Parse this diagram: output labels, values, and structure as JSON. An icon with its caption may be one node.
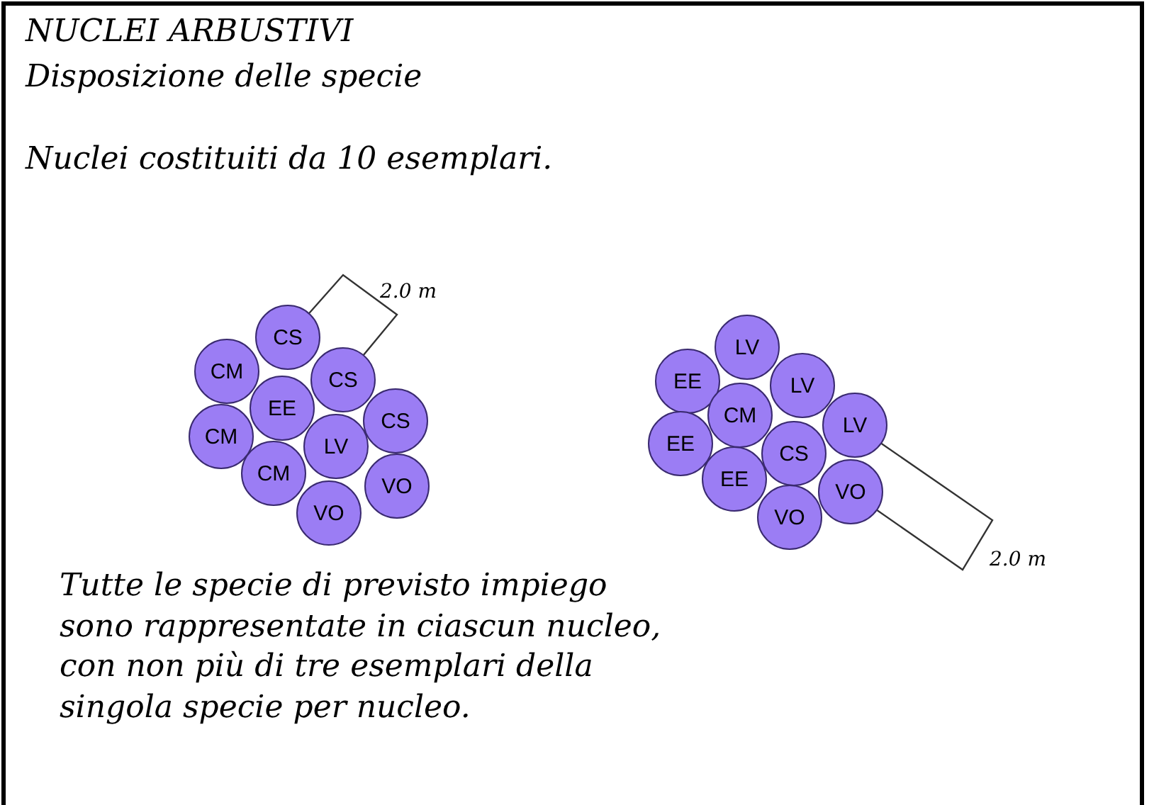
{
  "diagram": {
    "title": "NUCLEI ARBUSTIVI",
    "nodes": [
      {
        "text": [
          "CS"
        ]
      },
      {
        "text": [
          "CM"
        ]
      },
      {
        "text": [
          "CS"
        ]
      },
      {
        "text": [
          "EE"
        ]
      },
      {
        "text": [
          "CM"
        ]
      },
      {
        "text": [
          "CS"
        ]
      },
      {
        "text": [
          "LV"
        ]
      },
      {
        "text": [
          "CM"
        ]
      },
      {
        "text": [
          "VO"
        ]
      },
      {
        "text": [
          "VO"
        ]
      },
      {
        "text": [
          "LV"
        ]
      },
      {
        "text": [
          "EE"
        ]
      },
      {
        "text": [
          "LV"
        ]
      },
      {
        "text": [
          "CM"
        ]
      },
      {
        "text": [
          "EE"
        ]
      },
      {
        "text": [
          "LV"
        ]
      },
      {
        "text": [
          "CS"
        ]
      },
      {
        "text": [
          "EE"
        ]
      },
      {
        "text": [
          "VO"
        ]
      },
      {
        "text": [
          "VO"
        ]
      }
    ],
    "edges": [],
    "labels": [
      "Disposizione delle specie",
      "Nuclei costituiti da 10 esemplari.",
      "2.0 m",
      "2.0 m",
      "Tutte le specie di previsto impiego sono rappresentate in ciascun nucleo, con non più di tre esemplari della singola specie per nucleo."
    ]
  }
}
